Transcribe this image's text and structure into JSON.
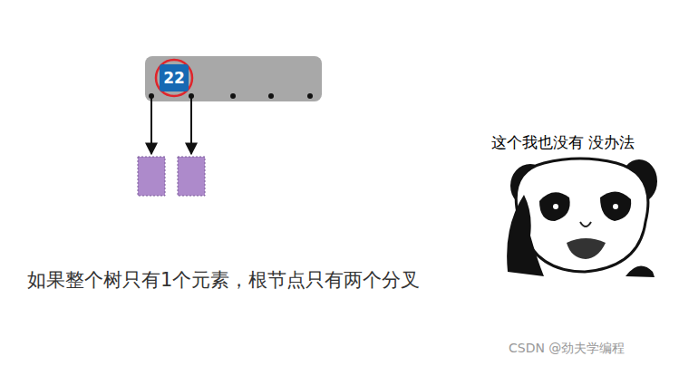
{
  "diagram": {
    "nodes": [
      {
        "text": [
          "22"
        ]
      }
    ],
    "labels": [
      "如果整个树只有1个元素，根节点只有两个分叉",
      "这个我也没有 没办法",
      "CSDN @劲夫学编程"
    ]
  }
}
